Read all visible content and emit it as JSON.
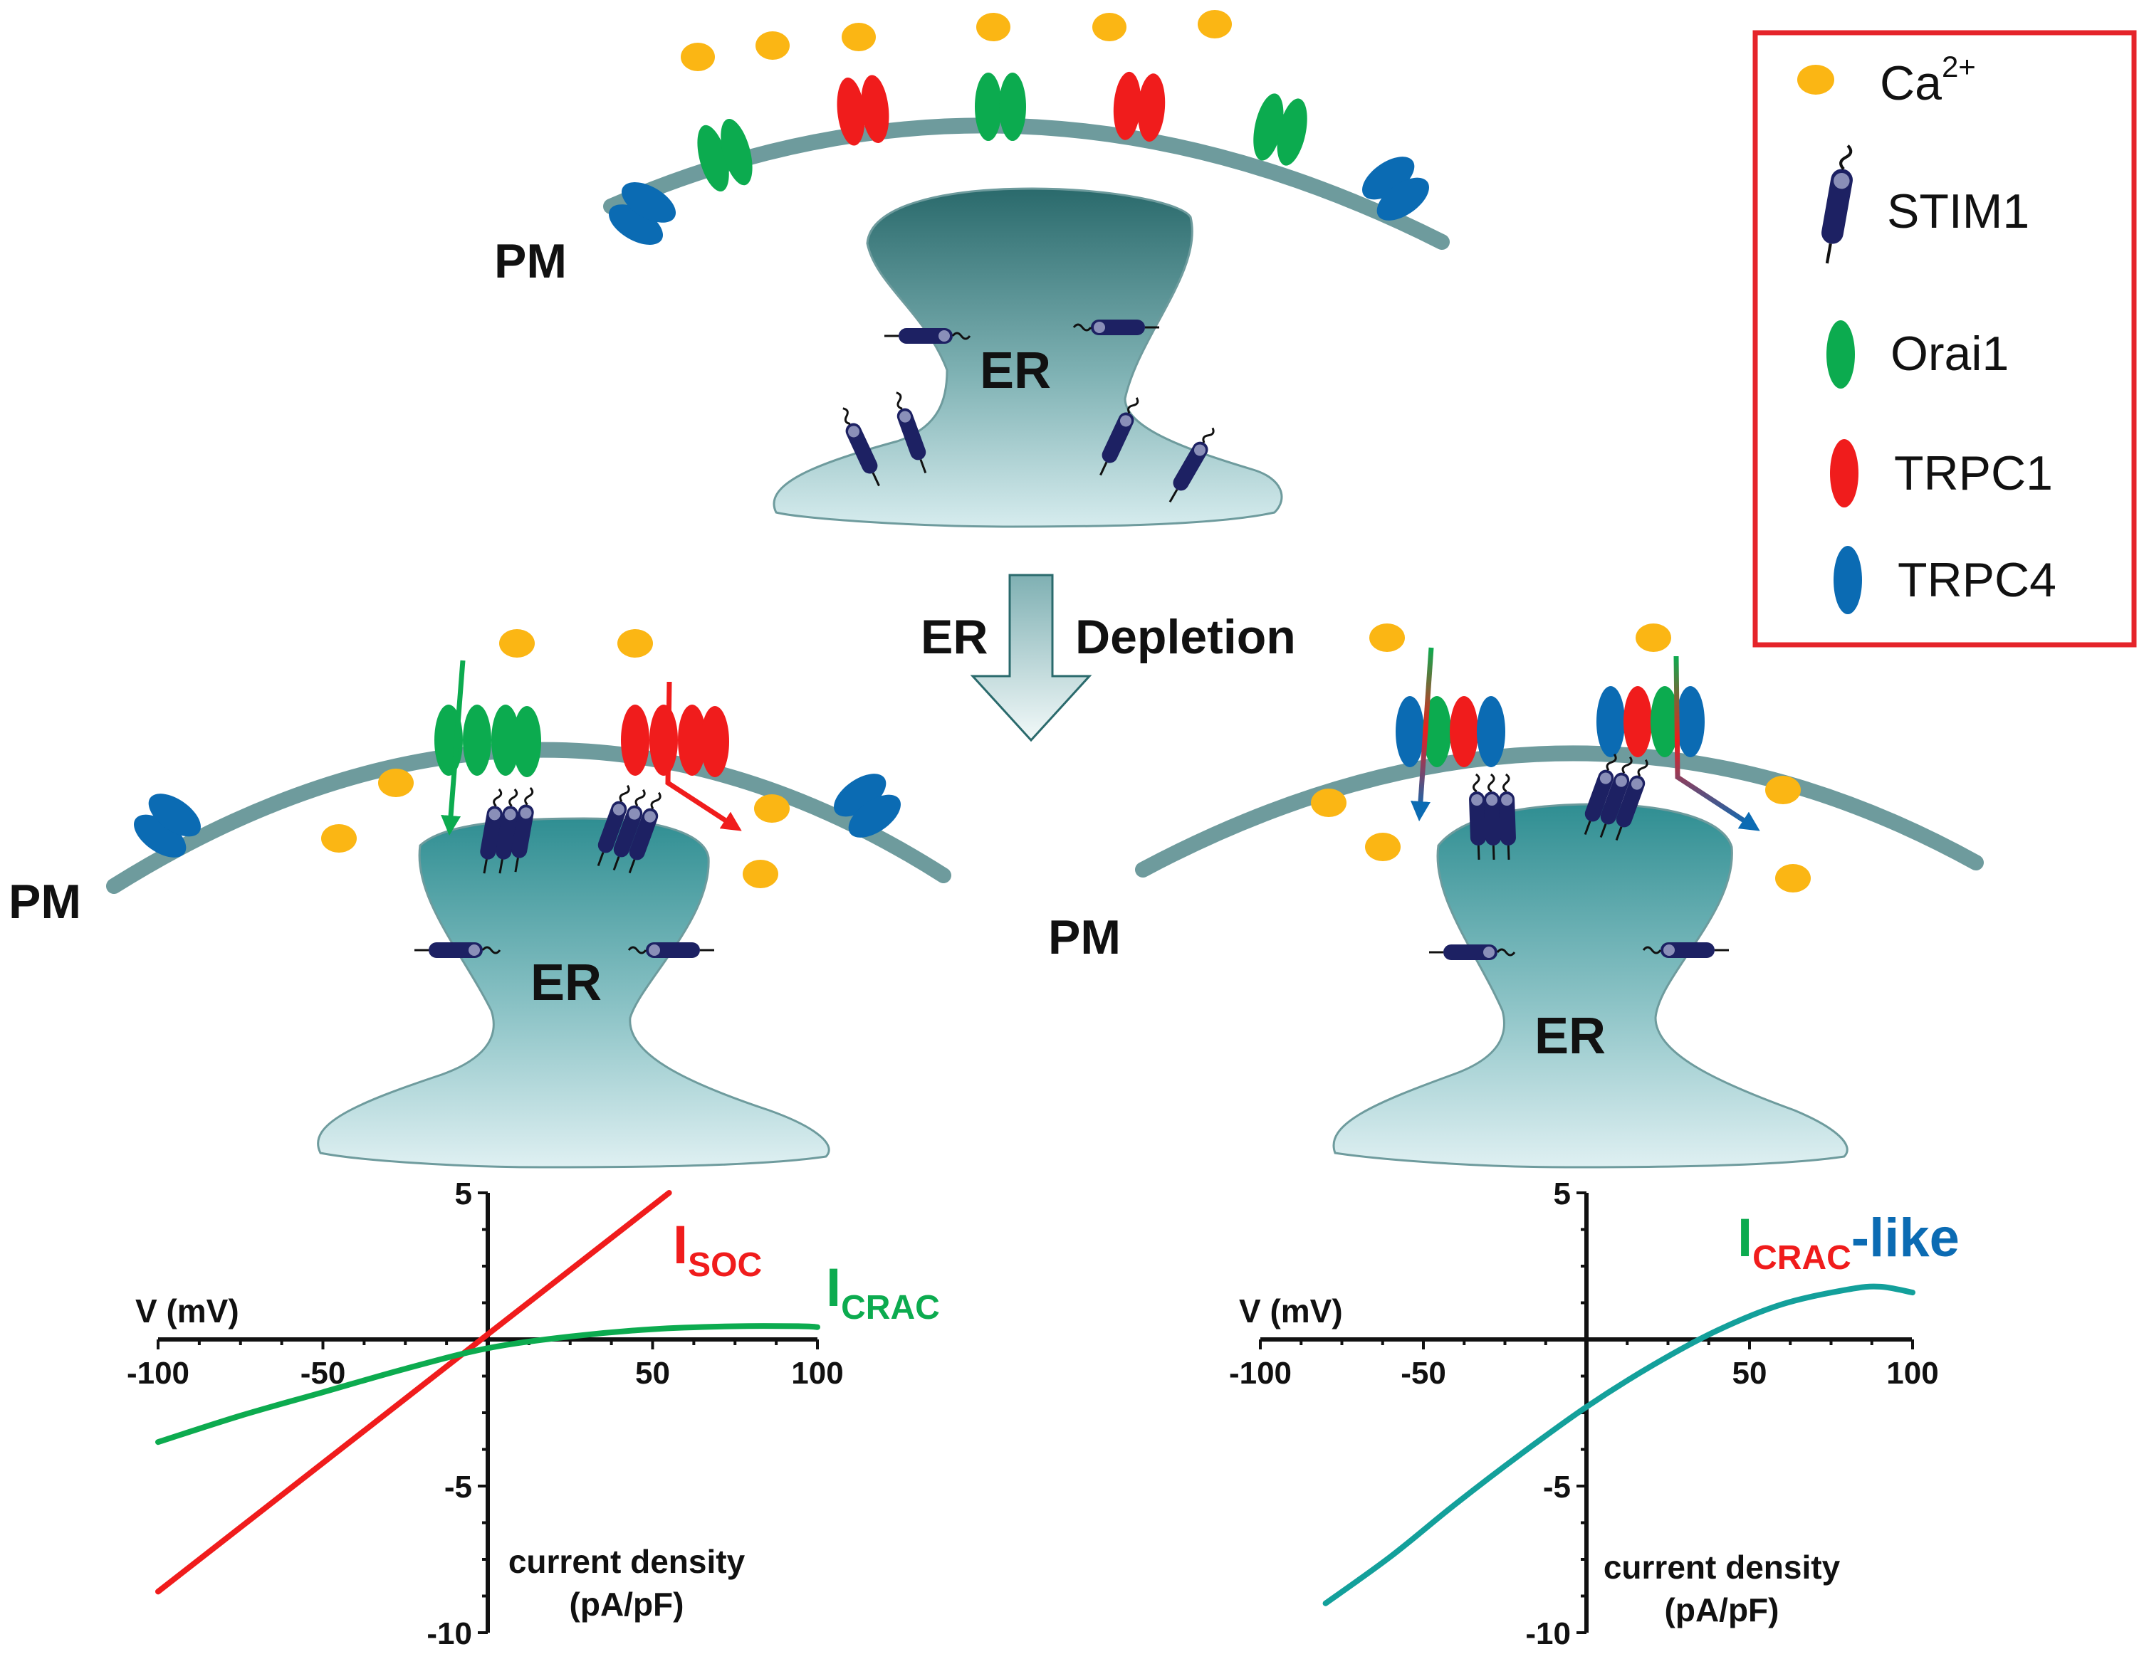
{
  "labels": {
    "pm": "PM",
    "er": "ER",
    "arrow_left": "ER",
    "arrow_right": "Depletion"
  },
  "legend": {
    "ca_main": "Ca",
    "ca_sup": "2+",
    "stim1": "STIM1",
    "orai1": "Orai1",
    "trpc1": "TRPC1",
    "trpc4": "TRPC4"
  },
  "graphs": {
    "v_label": "V (mV)",
    "cd_line1": "current density",
    "cd_line2": "(pA/pF)",
    "isoc_main": "I",
    "isoc_sub": "SOC",
    "icrac_main": "I",
    "icrac_sub": "CRAC",
    "icl_main": "I",
    "icl_sub": "CRAC",
    "icl_suffix": "-like"
  },
  "colors": {
    "ca": "#fbb614",
    "orai1": "#0cab4f",
    "trpc1": "#f01c1c",
    "trpc4": "#0b6bb3",
    "stim1": "#1d2163",
    "membrane": "#6e9b9d",
    "legend_border": "#e5242a"
  },
  "chart_data": [
    {
      "type": "line",
      "xlabel": "V (mV)",
      "ylabel": "current density (pA/pF)",
      "xlim": [
        -100,
        100
      ],
      "ylim": [
        -10,
        5
      ],
      "xticks": [
        -100,
        -50,
        50,
        100
      ],
      "yticks": [
        5,
        -5,
        -10
      ],
      "series": [
        {
          "name": "ISOC",
          "color": "#f01c1c",
          "x": [
            -100,
            55
          ],
          "y": [
            -8.6,
            5.0
          ]
        },
        {
          "name": "ICRAC",
          "color": "#0cab4f",
          "x": [
            -100,
            -75,
            -50,
            -25,
            0,
            25,
            50,
            75,
            95,
            100
          ],
          "y": [
            -3.5,
            -2.6,
            -1.8,
            -1.0,
            -0.3,
            0.1,
            0.35,
            0.45,
            0.45,
            0.42
          ]
        }
      ]
    },
    {
      "type": "line",
      "xlabel": "V (mV)",
      "ylabel": "current density (pA/pF)",
      "xlim": [
        -100,
        100
      ],
      "ylim": [
        -10,
        5
      ],
      "xticks": [
        -100,
        -50,
        50,
        100
      ],
      "yticks": [
        5,
        -5,
        -10
      ],
      "series": [
        {
          "name": "ICRAC-like",
          "color": "#13a09b",
          "x": [
            -80,
            -60,
            -40,
            -20,
            0,
            20,
            40,
            60,
            80,
            90,
            100
          ],
          "y": [
            -9.0,
            -7.4,
            -5.6,
            -3.9,
            -2.3,
            -0.9,
            0.3,
            1.2,
            1.7,
            1.8,
            1.6
          ]
        }
      ]
    }
  ]
}
